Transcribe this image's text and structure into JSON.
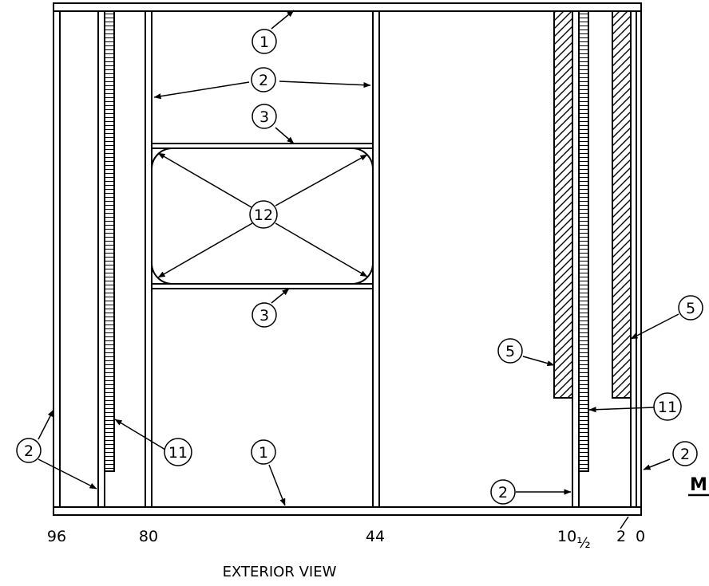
{
  "view_label": "EXTERIOR VIEW",
  "section_mark": "M",
  "dimensions": {
    "d96": "96",
    "d80": "80",
    "d44": "44",
    "d10_whole": "10",
    "d10_frac": "½",
    "d2": "2",
    "d0": "0"
  },
  "callouts": {
    "c1_top": "1",
    "c2_upper": "2",
    "c3_upper": "3",
    "c12": "12",
    "c3_lower": "3",
    "c5_right": "5",
    "c5_left": "5",
    "c11_right": "11",
    "c2_left": "2",
    "c11_left": "11",
    "c1_bottom": "1",
    "c2_right": "2",
    "c2_lower": "2"
  }
}
